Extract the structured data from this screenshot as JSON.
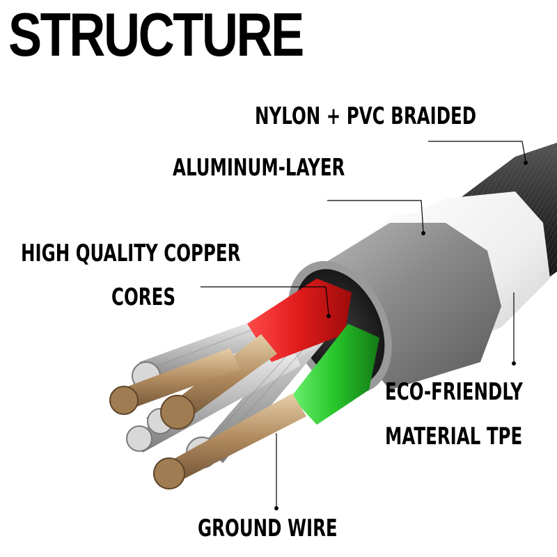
{
  "title": "STRUCTURE",
  "labels": {
    "nylon_pvc_braided": "NYLON + PVC BRAIDED",
    "aluminum_layer": "ALUMINUM-LAYER",
    "copper_cores_line1": "HIGH QUALITY COPPER",
    "copper_cores_line2": "CORES",
    "eco_friendly_line1": "ECO-FRIENDLY",
    "eco_friendly_line2": "MATERIAL TPE",
    "ground_wire": "GROUND WIRE"
  },
  "colors": {
    "background": "#ffffff",
    "text": "#000000",
    "braid": "#2b2b2b",
    "tpe_jacket": "#f2f2f2",
    "aluminum_layer": "#8e8e8e",
    "red_core": "#e01b1b",
    "green_core": "#27c42a",
    "copper": "#b08a5e",
    "strands": "#c9c9c9"
  }
}
